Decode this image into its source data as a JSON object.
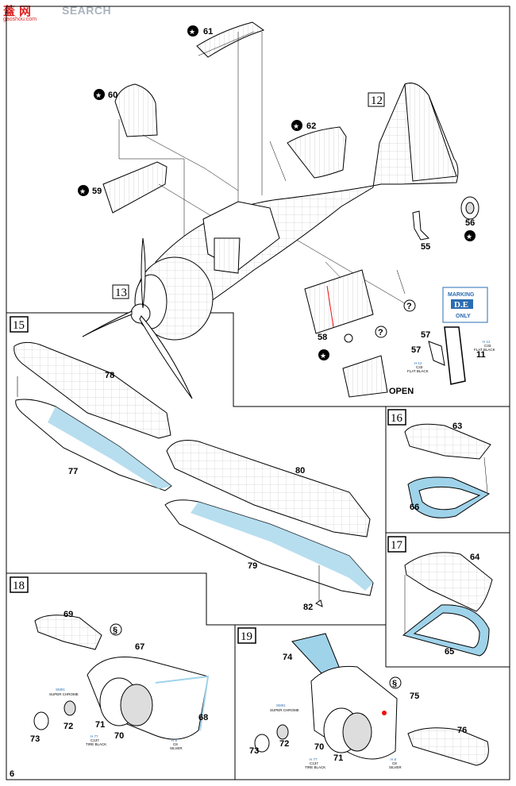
{
  "watermark": {
    "brand_cn": "蓋",
    "brand_cn2": "网",
    "search": "SEARCH",
    "domain": "gaoshou.com"
  },
  "page_number": "6",
  "steps": [
    "12",
    "13",
    "15",
    "16",
    "17",
    "18",
    "19"
  ],
  "parts": {
    "p61": "61",
    "p60": "60",
    "p62": "62",
    "p59": "59",
    "p56": "56",
    "p55": "55",
    "p58": "58",
    "p57a": "57",
    "p57b": "57",
    "p11": "11",
    "p78": "78",
    "p77": "77",
    "p80": "80",
    "p79": "79",
    "p82": "82",
    "p63": "63",
    "p66": "66",
    "p64": "64",
    "p65": "65",
    "p69": "69",
    "p67": "67",
    "p68": "68",
    "p72a": "72",
    "p73a": "73",
    "p71a": "71",
    "p70a": "70",
    "p74": "74",
    "p75": "75",
    "p76": "76",
    "p72b": "72",
    "p73b": "73",
    "p70b": "70",
    "p71b": "71"
  },
  "marking": {
    "title": "MARKING",
    "letters": "D.E",
    "only": "ONLY"
  },
  "open_label": "OPEN",
  "question": "?",
  "paint": {
    "h12_code": "H 12",
    "c33": "C33",
    "flat_black": "FLAT BLACK",
    "h77_code": "H 77",
    "c137": "C137",
    "tire_black": "TIRE BLACK",
    "sm": "SM01",
    "super_chrome": "SUPER CHROME",
    "h8_code": "H 8",
    "c8": "C8",
    "silver": "SILVER"
  },
  "colors": {
    "accent_blue": "#9fd3ea",
    "line": "#000000",
    "paint_blue": "#2b6cb0"
  }
}
